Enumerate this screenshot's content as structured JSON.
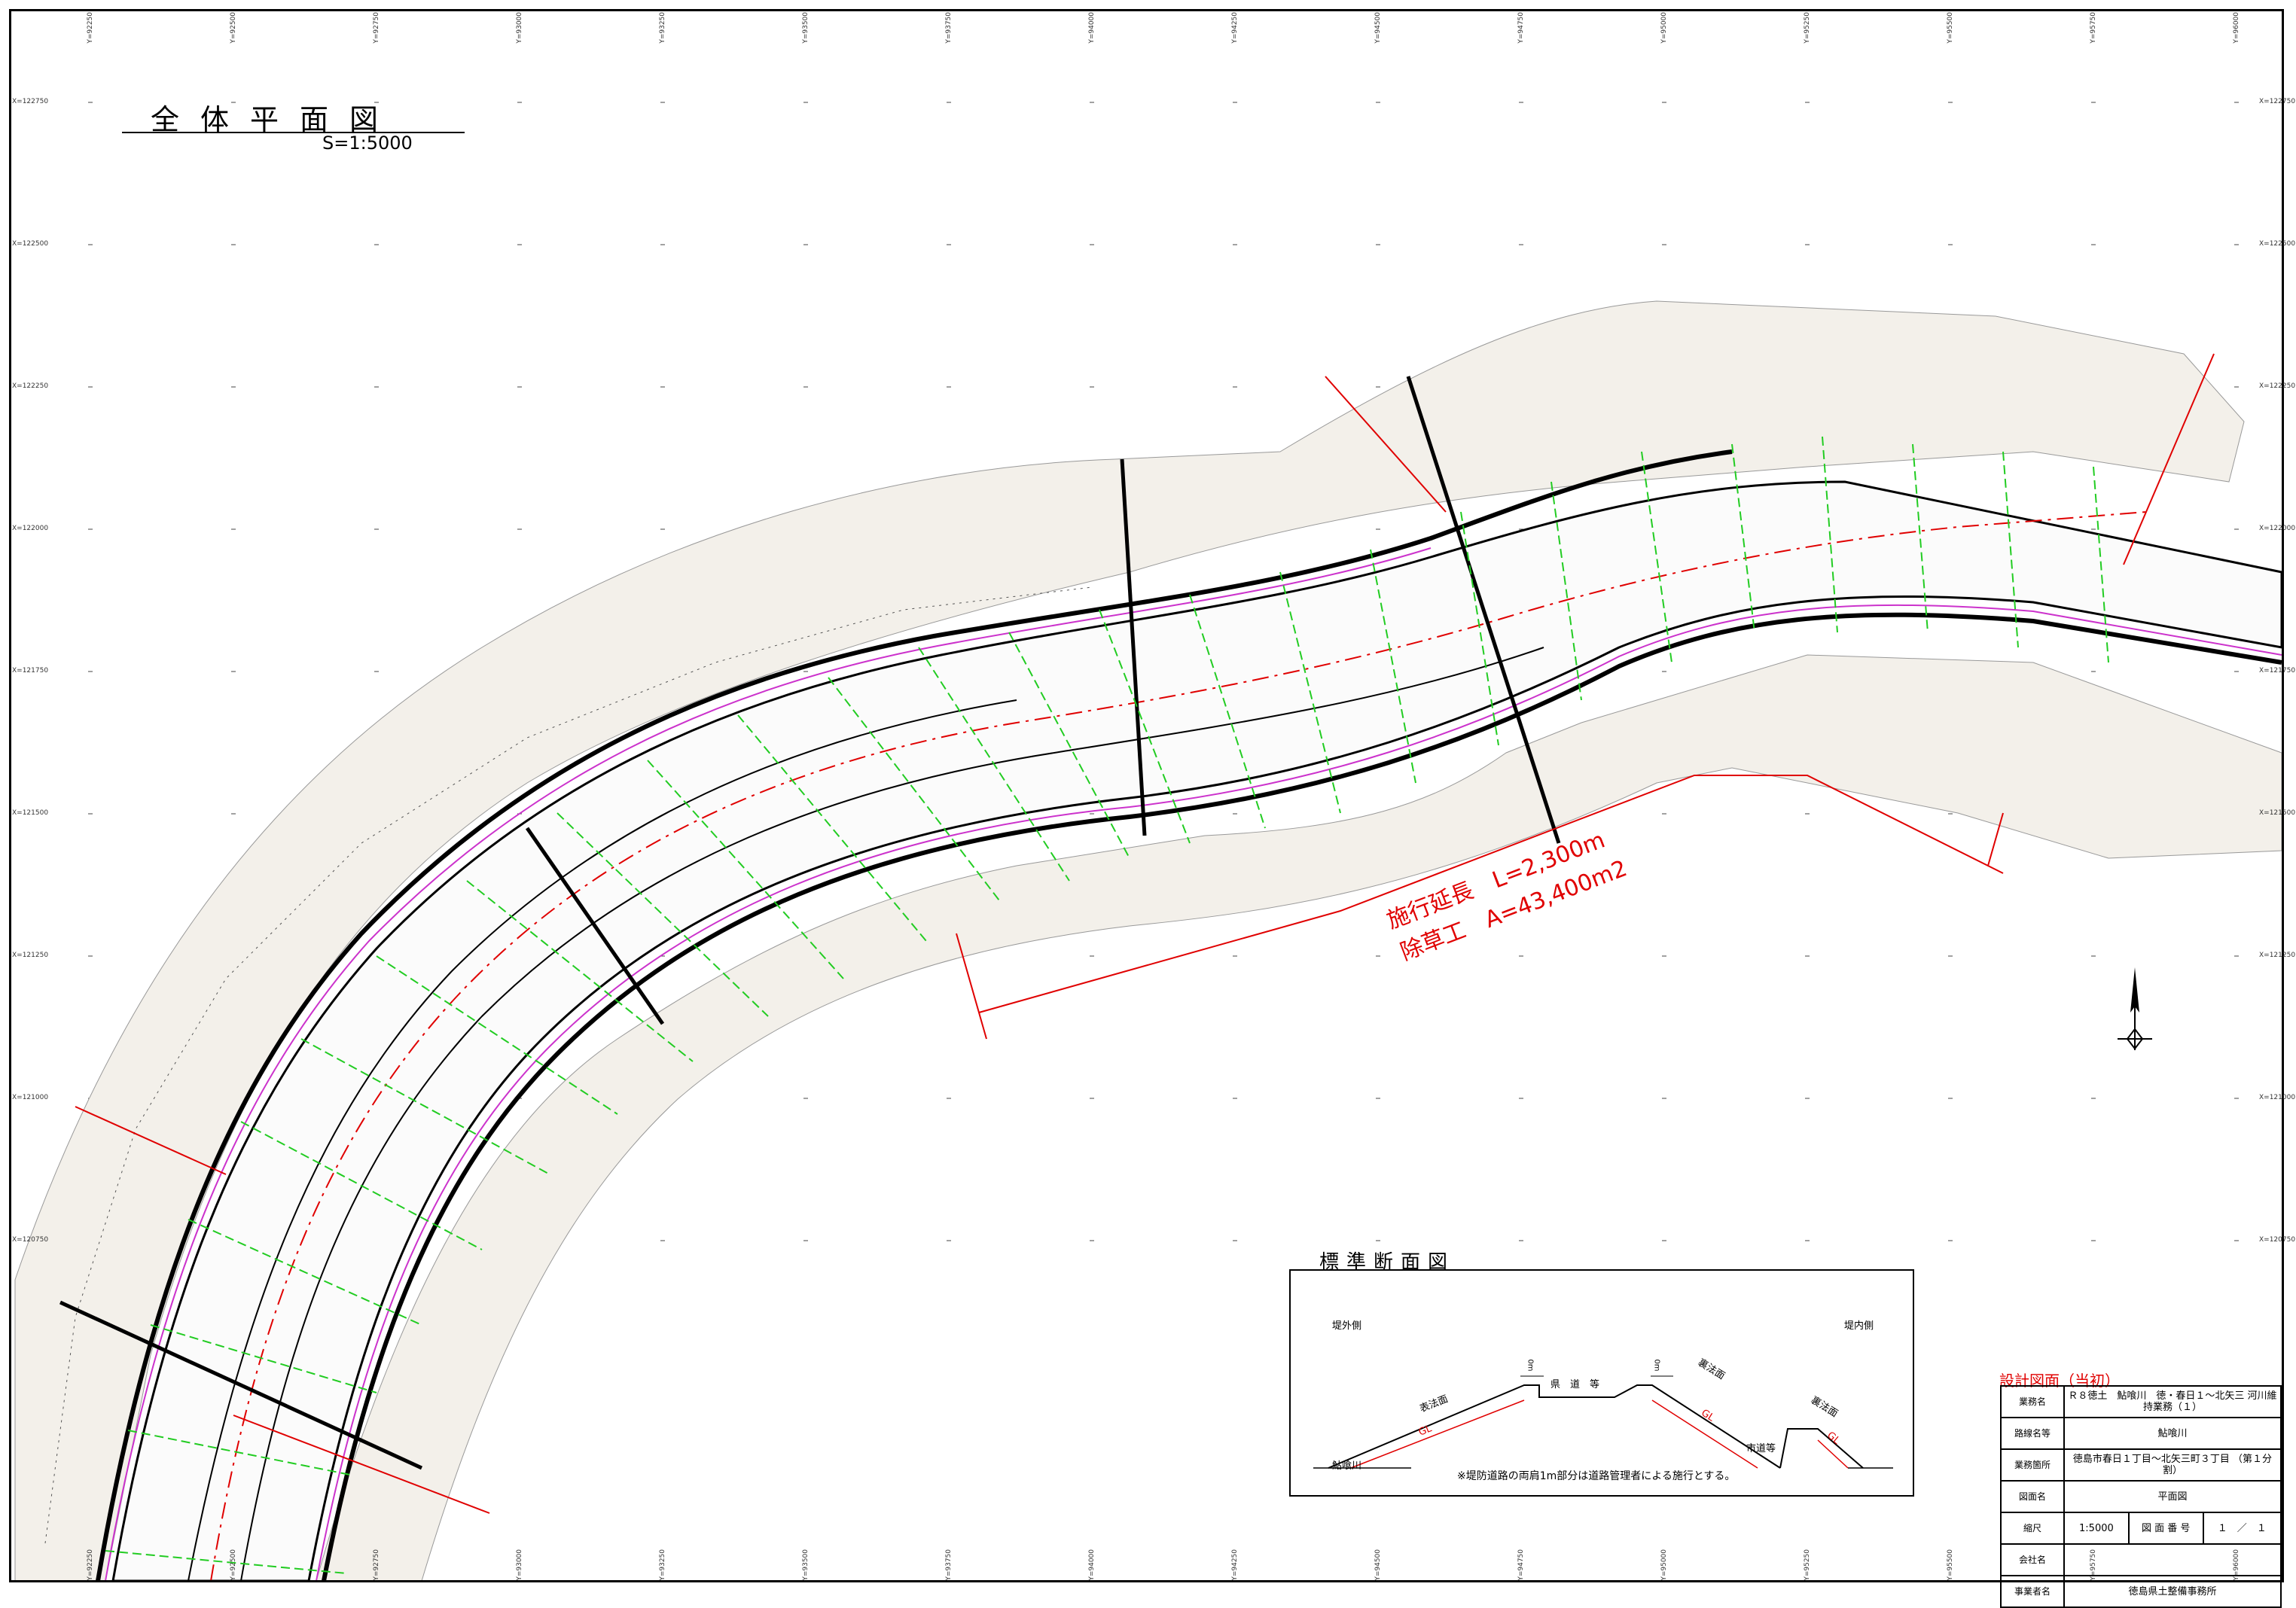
{
  "drawing": {
    "title": "全体平面図",
    "scale": "S=1:5000"
  },
  "annotations": {
    "length": "施行延長　L=2,300m",
    "area": "除草工　A=43,400m2"
  },
  "grid": {
    "x_labels": [
      "X=122750",
      "X=122500",
      "X=122250",
      "X=122000",
      "X=121750",
      "X=121500",
      "X=121250",
      "X=121000",
      "X=120750"
    ],
    "y_labels": [
      "Y=92250",
      "Y=92500",
      "Y=92750",
      "Y=93000",
      "Y=93250",
      "Y=93500",
      "Y=93750",
      "Y=94000",
      "Y=94250",
      "Y=94500",
      "Y=94750",
      "Y=95000",
      "Y=95250",
      "Y=95500",
      "Y=95750",
      "Y=96000"
    ]
  },
  "section": {
    "title": "標準断面図",
    "outer_side": "堤外側",
    "inner_side": "堤内側",
    "front_slope": "表法面",
    "back_slope": "裏法面",
    "crown": "県　道　等",
    "river": "鮎喰川",
    "city_road": "市道等",
    "gl": "GL",
    "width": "0m",
    "note": "※堤防道路の両肩1m部分は道路管理者による施行とする。"
  },
  "title_block": {
    "heading": "設計図面（当初）",
    "rows": [
      {
        "label": "業務名",
        "value": "Ｒ８徳土　鮎喰川　徳・春日１〜北矢三 河川維持業務（１）"
      },
      {
        "label": "路線名等",
        "value": "鮎喰川"
      },
      {
        "label": "業務箇所",
        "value": "徳島市春日１丁目〜北矢三町３丁目 （第１分割）"
      },
      {
        "label": "図面名",
        "value": "平面図"
      },
      {
        "label": "縮尺",
        "value": "1:5000",
        "sheet_label": "図 面 番 号",
        "sheet_value": "１　／　１"
      },
      {
        "label": "会社名",
        "value": ""
      },
      {
        "label": "事業者名",
        "value": "徳島県土整備事務所"
      }
    ]
  },
  "colors": {
    "river_edge": "#000000",
    "road": "#c08a5a",
    "boundary": "#cc33cc",
    "cross_section": "#22cc22",
    "centerline": "#e00000"
  }
}
